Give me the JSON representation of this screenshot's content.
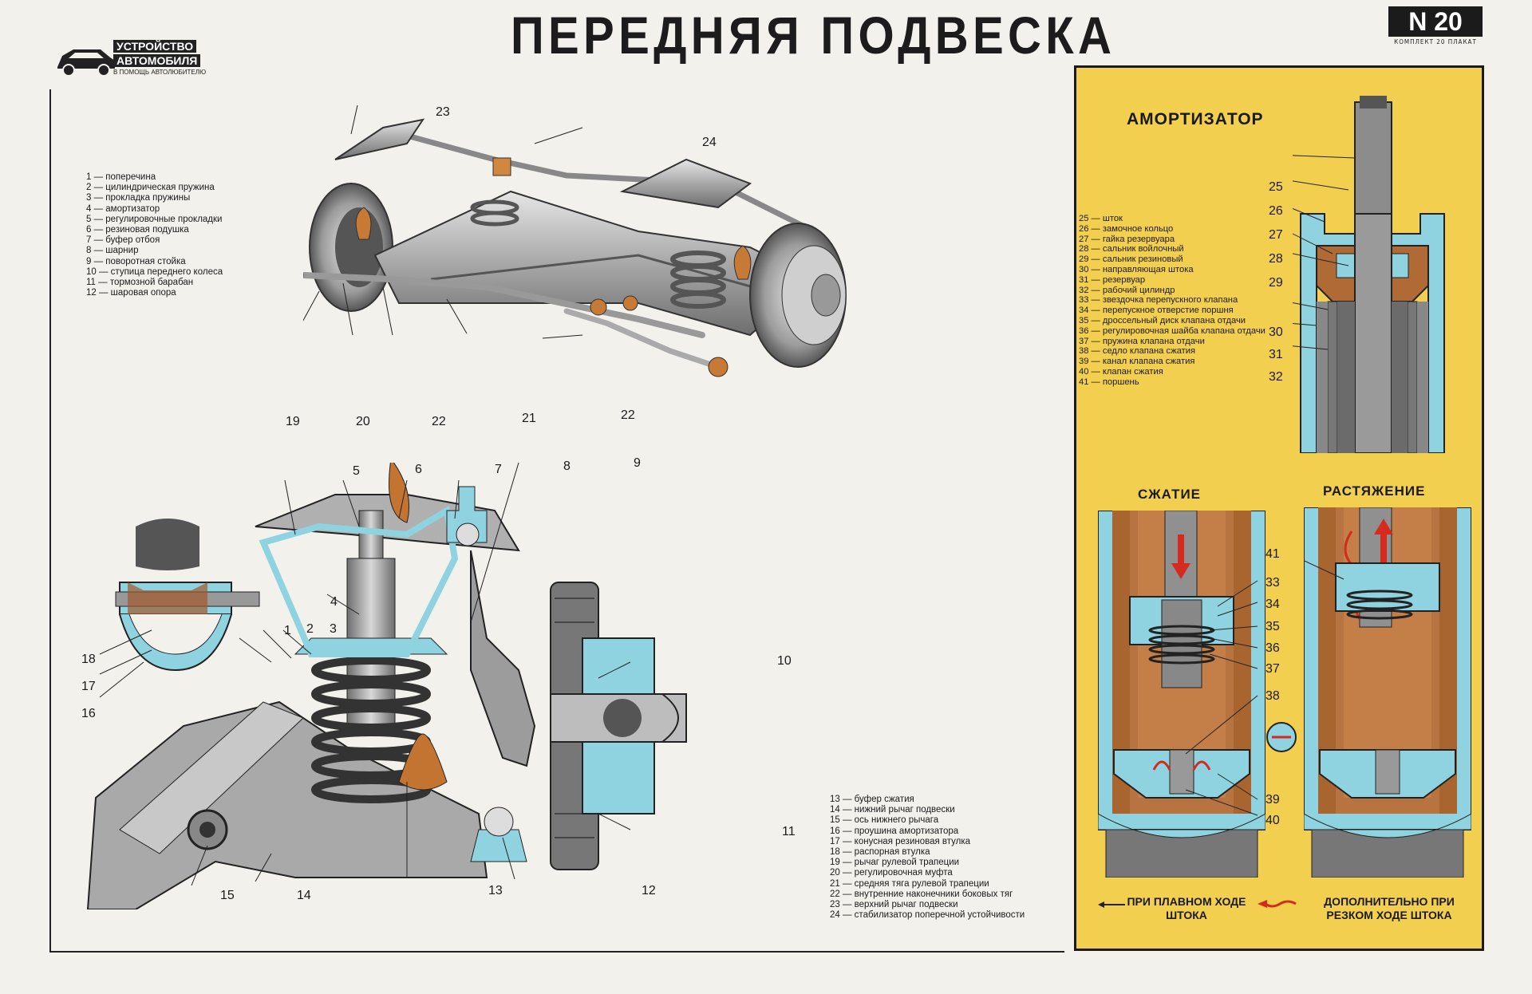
{
  "header": {
    "title": "ПЕРЕДНЯЯ ПОДВЕСКА",
    "logo_line1": "УСТРОЙСТВО",
    "logo_line2": "АВТОМОБИЛЯ",
    "logo_line3": "В ПОМОЩЬ АВТОЛЮБИТЕЛЮ",
    "badge": "N 20",
    "badge_sub": "КОМПЛЕКТ 20 ПЛАКАТ"
  },
  "legend_top": [
    "1 — поперечина",
    "2 — цилиндрическая пружина",
    "3 — прокладка пружины",
    "4 — амортизатор",
    "5 — регулировочные прокладки",
    "6 — резиновая подушка",
    "7 — буфер отбоя",
    "8 — шарнир",
    "9 — поворотная стойка",
    "10 — ступица переднего колеса",
    "11 — тормозной барабан",
    "12 — шаровая опора"
  ],
  "legend_bottom": [
    "13 — буфер сжатия",
    "14 — нижний рычаг подвески",
    "15 — ось нижнего рычага",
    "16 — проушина амортизатора",
    "17 — конусная резиновая втулка",
    "18 — распорная втулка",
    "19 — рычаг рулевой трапеции",
    "20 — регулировочная муфта",
    "21 — средняя тяга рулевой трапеции",
    "22 — внутренние наконечники боковых тяг",
    "23 — верхний рычаг подвески",
    "24 — стабилизатор поперечной устойчивости"
  ],
  "shock": {
    "title": "АМОРТИЗАТОР",
    "legend": [
      "25 — шток",
      "26 — замочное кольцо",
      "27 — гайка резервуара",
      "28 — сальник войлочный",
      "29 — сальник резиновый",
      "30 — направляющая штока",
      "31 — резервуар",
      "32 — рабочий цилиндр",
      "33 — звездочка перепускного клапана",
      "34 — перепускное отверстие поршня",
      "35 — дроссельный диск клапана отдачи",
      "36 — регулировочная шайба клапана отдачи",
      "37 — пружина клапана отдачи",
      "38 — седло клапана сжатия",
      "39 — канал клапана сжатия",
      "40 — клапан сжатия",
      "41 — поршень"
    ],
    "compression": "СЖАТИЕ",
    "rebound": "РАСТЯЖЕНИЕ",
    "note_left": "ПРИ ПЛАВНОМ ХОДЕ ШТОКА",
    "note_right": "ДОПОЛНИТЕЛЬНО ПРИ РЕЗКОМ ХОДЕ ШТОКА"
  },
  "callouts": {
    "top": [
      "23",
      "24",
      "19",
      "20",
      "22",
      "21",
      "22"
    ],
    "bottom": [
      "5",
      "6",
      "7",
      "8",
      "9",
      "4",
      "1",
      "2",
      "3",
      "18",
      "17",
      "16",
      "10",
      "11",
      "15",
      "14",
      "13",
      "12"
    ],
    "shock_main": [
      "25",
      "26",
      "27",
      "28",
      "29",
      "30",
      "31",
      "32"
    ],
    "shock_detail": [
      "41",
      "33",
      "34",
      "35",
      "36",
      "37",
      "38",
      "39",
      "40"
    ]
  },
  "colors": {
    "paper": "#f3f1ec",
    "yellow_panel": "#f3cf4f",
    "cutaway_blue": "#8fd3e0",
    "fluid_brown": "#b06a36",
    "rubber_orange": "#d2873f",
    "steel_gray": "#9a9a9a"
  }
}
